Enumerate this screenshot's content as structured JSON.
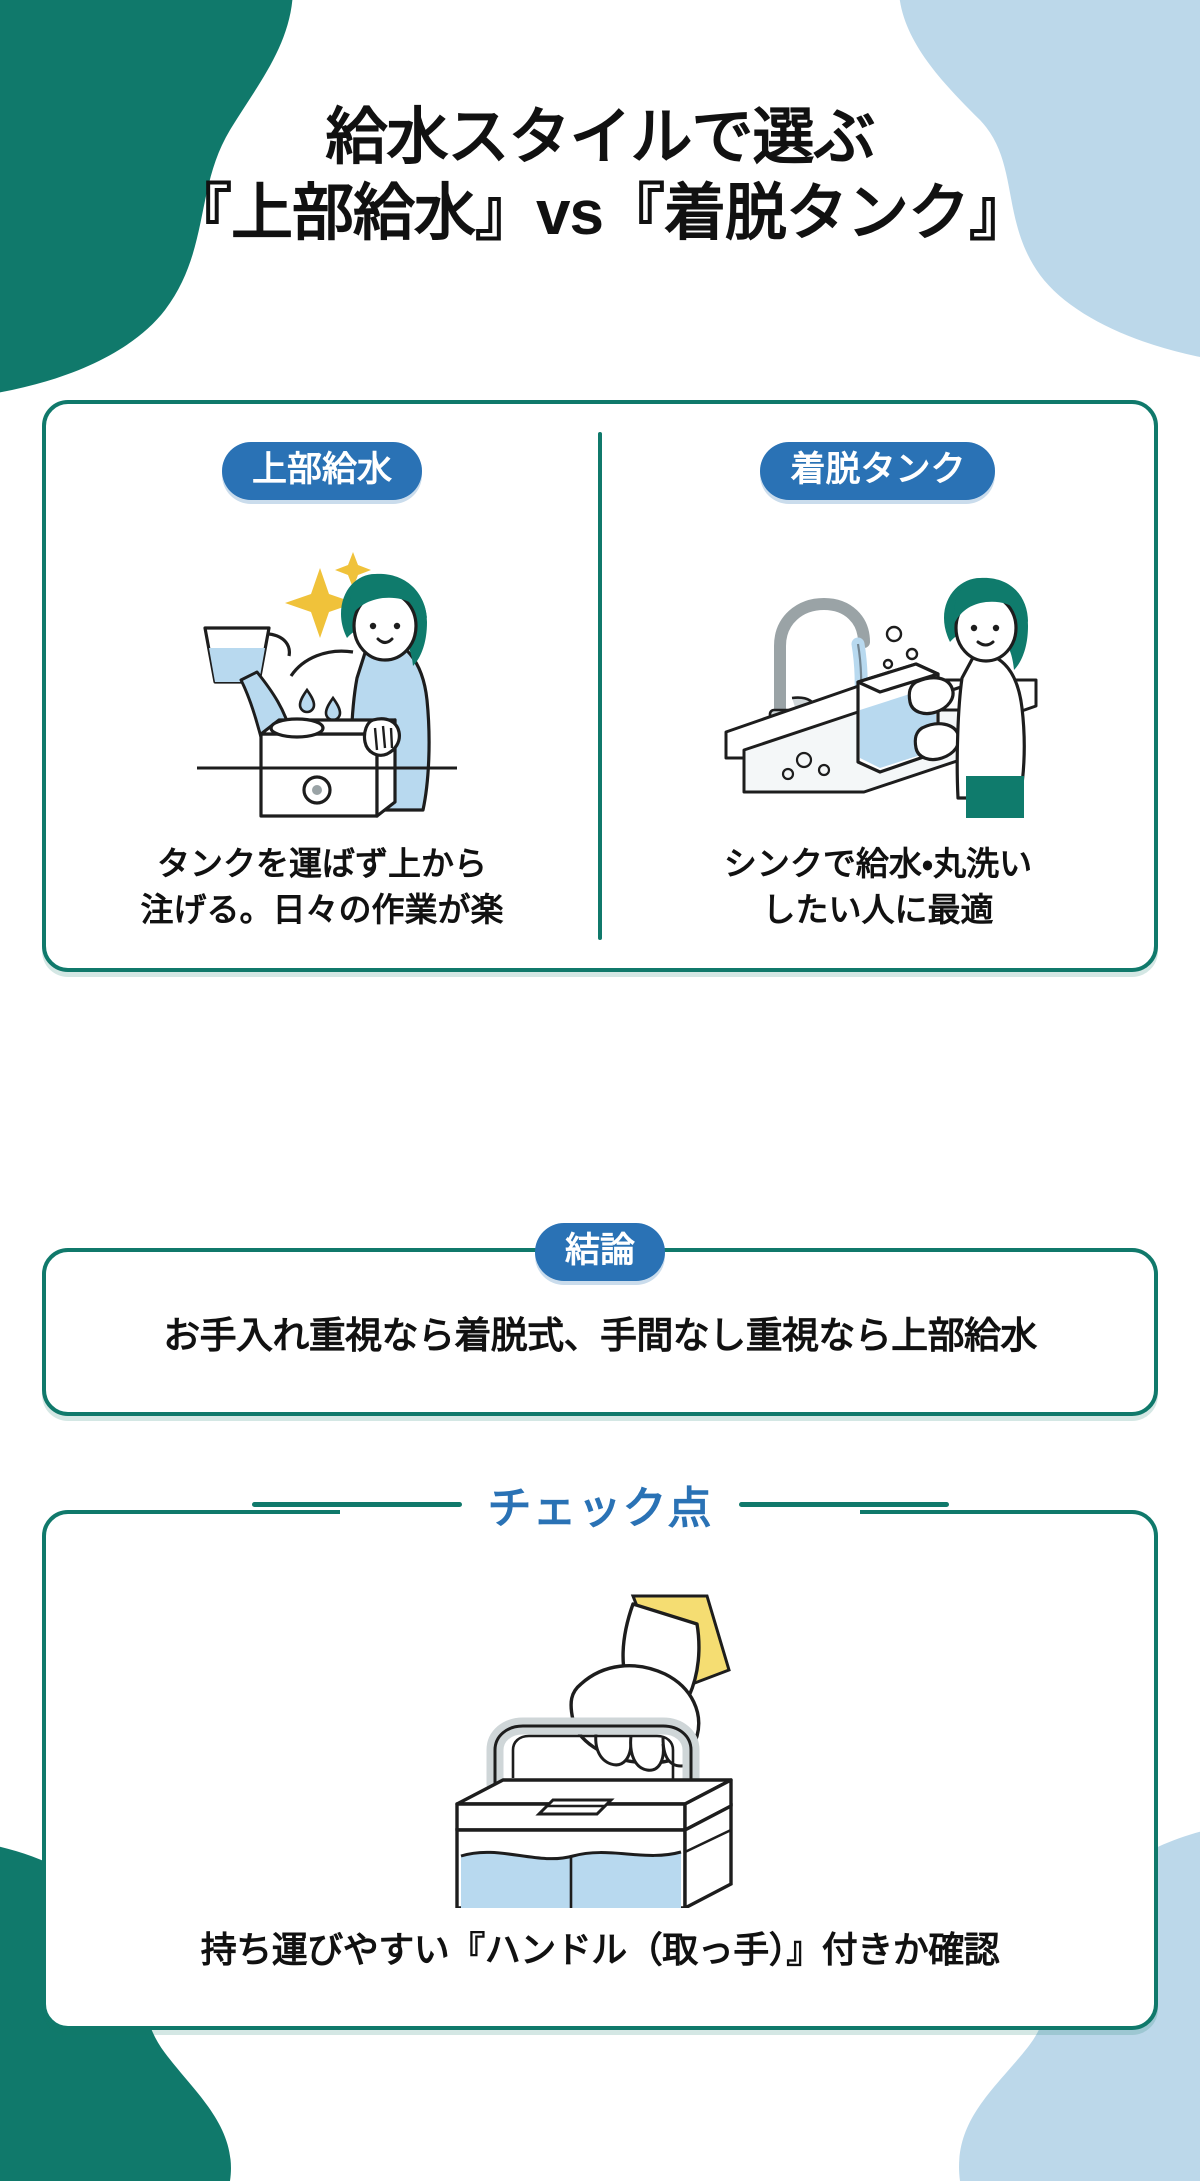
{
  "theme": {
    "teal": "#10796b",
    "blue": "#2a72b5",
    "light_blue": "#bcd8ea",
    "text": "#111111",
    "water_blue": "#b8d9ef",
    "yellow": "#f5dd72"
  },
  "title": {
    "line1": "給水スタイルで選ぶ",
    "line2": "『上部給水』vs『着脱タンク』"
  },
  "compare": {
    "left": {
      "badge": "上部給水",
      "illustration": "woman-pouring-water-into-humidifier-illustration",
      "caption_line1": "タンクを運ばず上から",
      "caption_line2": "注げる。日々の作業が楽"
    },
    "right": {
      "badge": "着脱タンク",
      "illustration": "woman-washing-tank-in-sink-illustration",
      "caption_line1": "シンクで給水・丸洗い",
      "caption_line2": "したい人に最適"
    }
  },
  "conclusion": {
    "badge": "結論",
    "text": "お手入れ重視なら着脱式、手間なし重視なら上部給水"
  },
  "check": {
    "heading": "チェック点",
    "illustration": "hand-carrying-tank-by-handle-illustration",
    "caption": "持ち運びやすい『ハンドル（取っ手）』付きか確認"
  }
}
